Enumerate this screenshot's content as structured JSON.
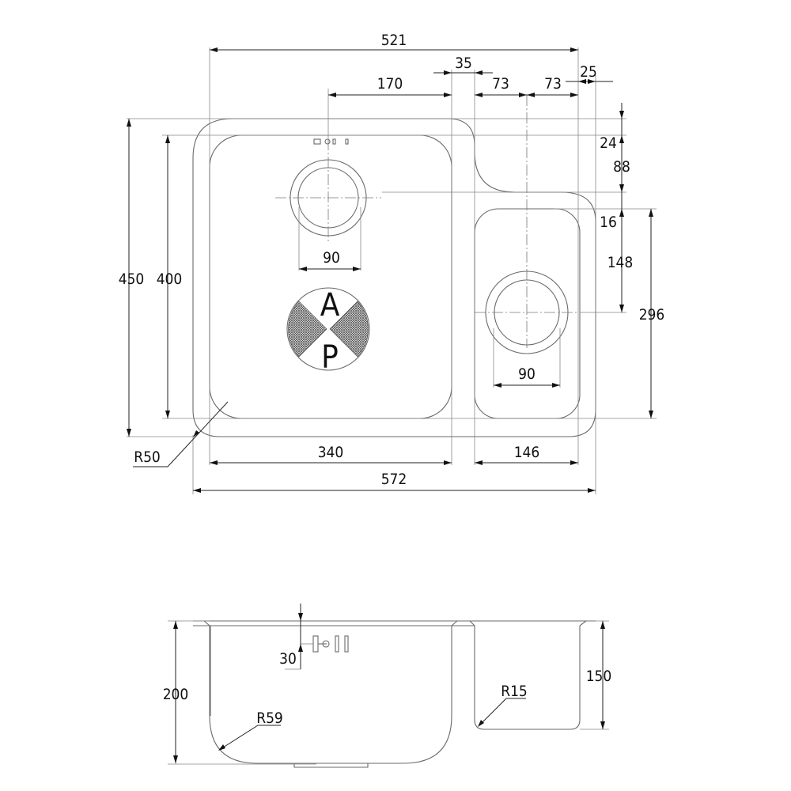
{
  "top_view": {
    "dim_overall_inner_width": "521",
    "dim_divider": "35",
    "dim_drain_offset": "170",
    "dim_small_a": "73",
    "dim_small_b": "73",
    "dim_rim": "25",
    "dim_back_rim": "24",
    "dim_back_offset": "88",
    "dim_small_rim": "16",
    "dim_small_drain": "148",
    "dim_small_depth": "296",
    "dim_overall_depth": "450",
    "dim_inner_depth": "400",
    "dim_main_drain": "90",
    "dim_small_drain_dia": "90",
    "dim_main_width": "340",
    "dim_small_width": "146",
    "dim_overall_width": "572",
    "radius_label": "R50",
    "logo_top_letter": "A",
    "logo_bottom_letter": "P"
  },
  "side_view": {
    "dim_overflow": "30",
    "dim_main_depth": "200",
    "dim_small_depth": "150",
    "radius_main": "R59",
    "radius_small": "R15"
  }
}
